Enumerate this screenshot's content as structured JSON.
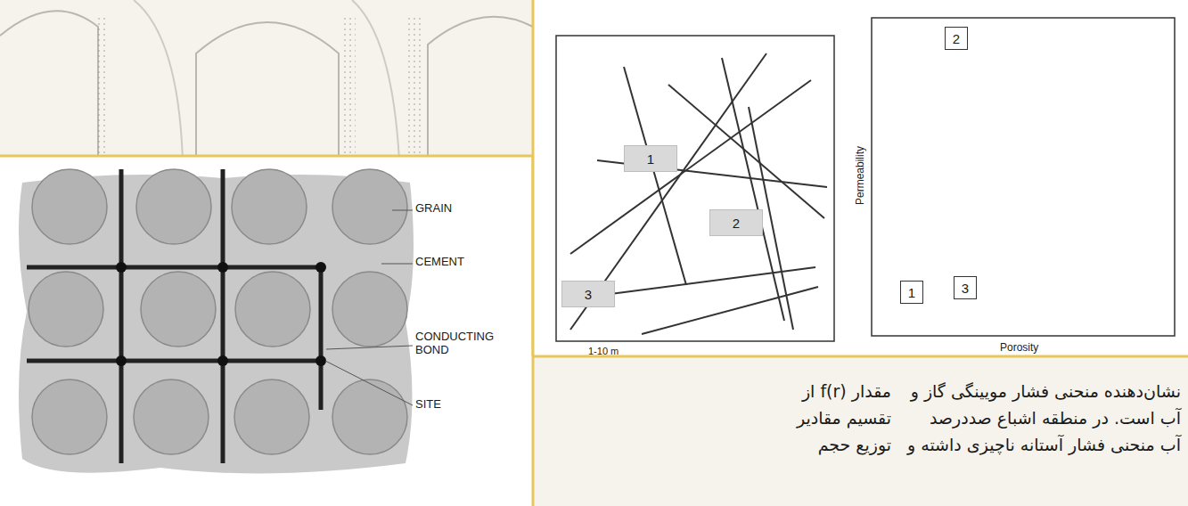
{
  "diagram": {
    "nodes": [
      {
        "text": [
          "1"
        ]
      },
      {
        "text": [
          "2"
        ]
      },
      {
        "text": [
          "3"
        ]
      },
      {
        "text": [
          "2"
        ]
      },
      {
        "text": [
          "1"
        ]
      },
      {
        "text": [
          "3"
        ]
      }
    ],
    "labels": [
      "GRAIN",
      "CEMENT",
      "CONDUCTING BOND",
      "SITE",
      "1-10 m",
      "Permeability",
      "Porosity",
      "نشان‌دهنده منحنی فشار مویینگی گاز و",
      "آب است. در منطقه اشباع صددرصد",
      "آب منحنی فشار آستانه ناچیزی داشته و",
      "مقدار f(r) از",
      "تقسیم مقادیر",
      "توزیع حجم"
    ]
  }
}
